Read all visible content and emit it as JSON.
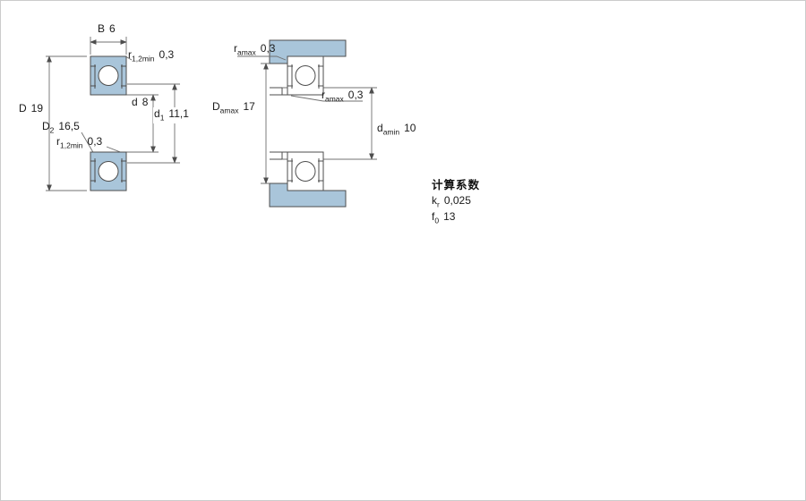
{
  "colors": {
    "bearing_fill": "#a9c5da",
    "outline": "#4d4d4d",
    "dim_line": "#707070",
    "text": "#1a1a1a",
    "page_border": "#cbcbcb",
    "background": "#ffffff"
  },
  "left_diagram": {
    "b": {
      "sym": "B",
      "sub": "",
      "val": "6"
    },
    "r12_top": {
      "sym": "r",
      "sub": "1,2min",
      "val": "0,3"
    },
    "D": {
      "sym": "D",
      "sub": "",
      "val": "19"
    },
    "D2": {
      "sym": "D",
      "sub": "2",
      "val": "16,5"
    },
    "r12_bottom": {
      "sym": "r",
      "sub": "1,2min",
      "val": "0,3"
    },
    "d": {
      "sym": "d",
      "sub": "",
      "val": "8"
    },
    "d1": {
      "sym": "d",
      "sub": "1",
      "val": "11,1"
    }
  },
  "right_diagram": {
    "ra_top": {
      "sym": "r",
      "sub": "amax",
      "val": "0,3"
    },
    "Da": {
      "sym": "D",
      "sub": "amax",
      "val": "17"
    },
    "ra_mid": {
      "sym": "r",
      "sub": "amax",
      "val": "0,3"
    },
    "da": {
      "sym": "d",
      "sub": "amin",
      "val": "10"
    }
  },
  "calculation_factors": {
    "title": "计算系数",
    "kr": {
      "sym": "k",
      "sub": "r",
      "val": "0,025"
    },
    "f0": {
      "sym": "f",
      "sub": "0",
      "val": "13"
    }
  }
}
